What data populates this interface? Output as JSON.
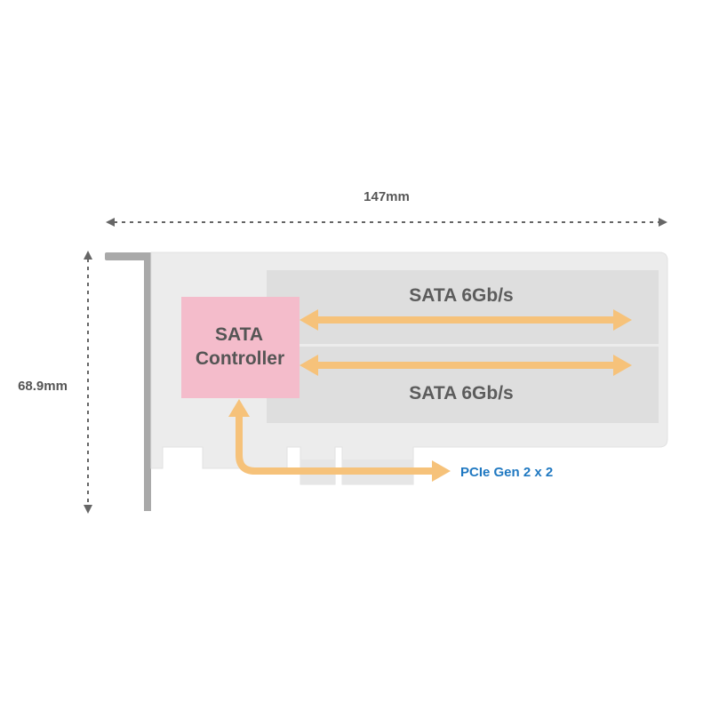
{
  "dimensions": {
    "width_label": "147mm",
    "height_label": "68.9mm"
  },
  "controller": {
    "line1": "SATA",
    "line2": "Controller"
  },
  "ports": {
    "top_label": "SATA 6Gb/s",
    "bottom_label": "SATA 6Gb/s"
  },
  "bus": {
    "label": "PCIe Gen 2 x 2"
  },
  "colors": {
    "board": "#ececec",
    "board_edge": "#e2e2e2",
    "port_area": "#dedede",
    "bracket": "#a9a9a9",
    "controller": "#f4bccb",
    "arrow": "#f6c27a",
    "bus_text": "#1f78c1",
    "dimension_line": "#666666"
  }
}
